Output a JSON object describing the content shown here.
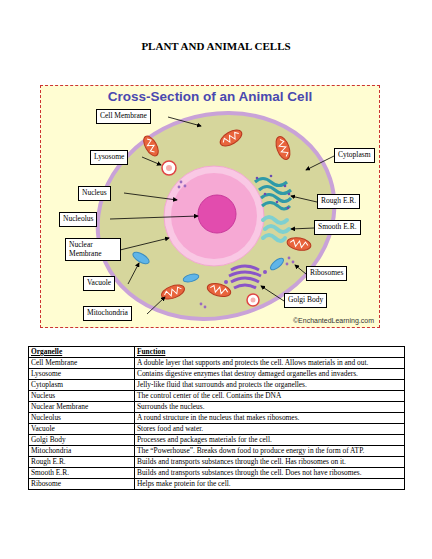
{
  "diagram": {
    "title": "PLANT AND ANIMAL CELLS",
    "nodes": [
      {
        "text": [
          "Cross-Section of an Animal Cell",
          "©EnchantedLearning.com"
        ]
      },
      {
        "text": [
          "Cell Membrane"
        ],
        "in": 0
      },
      {
        "text": [
          "Lysosome"
        ],
        "in": 0
      },
      {
        "text": [
          "Cytoplasm"
        ],
        "in": 0
      },
      {
        "text": [
          "Nucleus"
        ],
        "in": 0
      },
      {
        "text": [
          "Rough E.R."
        ],
        "in": 0
      },
      {
        "text": [
          "Nucleolus"
        ],
        "in": 0
      },
      {
        "text": [
          "Smooth E.R."
        ],
        "in": 0
      },
      {
        "text": [
          "Nuclear Membrane"
        ],
        "in": 0
      },
      {
        "text": [
          "Ribosomes"
        ],
        "in": 0
      },
      {
        "text": [
          "Vacuole"
        ],
        "in": 0
      },
      {
        "text": [
          "Golgi Body"
        ],
        "in": 0
      },
      {
        "text": [
          "Mitochondria"
        ],
        "in": 0
      }
    ],
    "labels": [
      "Organelle",
      "Function",
      "Cell Membrane",
      "A double layer that supports and protects the cell. Allows materials in and out.",
      "Lysosome",
      "Contains digestive enzymes that destroy damaged organelles and invaders.",
      "Cytoplasm",
      "Jelly-like fluid that surrounds and protects the organelles.",
      "Nucleus",
      "The control center of the cell. Contains the DNA",
      "Nuclear Membrane",
      "Surrounds the nucleus.",
      "Nucleolus",
      "A round structure in the nucleus that makes ribosomes.",
      "Vacuole",
      "Stores food and water.",
      "Golgi Body",
      "Processes and packages materials for the cell.",
      "Mitochondria",
      "The “Powerhouse”. Breaks down food to produce energy in the form of ATP.",
      "Rough E.R.",
      "Builds and transports substances through the cell. Has ribosomes on it.",
      "Smooth E.R.",
      "Builds and transports substances through the cell. Does not have ribosomes.",
      "Ribosome",
      "Helps make protein for the cell."
    ]
  }
}
